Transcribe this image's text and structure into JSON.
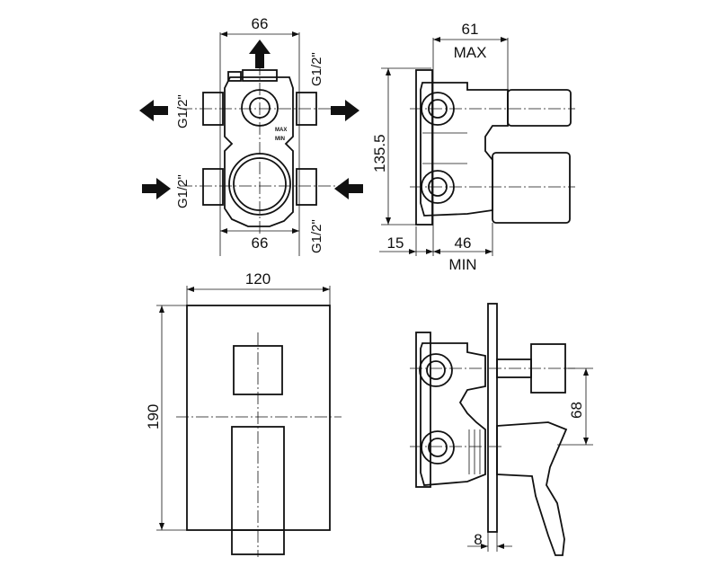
{
  "top_left_view": {
    "dim_top_width": "66",
    "dim_bottom_width": "66",
    "thread_top_left": "G1/2\"",
    "thread_top_right": "G1/2\"",
    "thread_bottom_left": "G1/2\"",
    "thread_bottom_right": "G1/2\"",
    "label_max": "MAX",
    "label_min": "MIN"
  },
  "top_right_view": {
    "dim_max_depth": "61",
    "dim_max_label": "MAX",
    "dim_height": "135.5",
    "dim_offset": "15",
    "dim_min_depth": "46",
    "dim_min_label": "MIN"
  },
  "bottom_left_view": {
    "dim_plate_width": "120",
    "dim_plate_height": "190"
  },
  "bottom_right_view": {
    "dim_handle_offset": "68",
    "dim_plate_thickness": "8"
  }
}
